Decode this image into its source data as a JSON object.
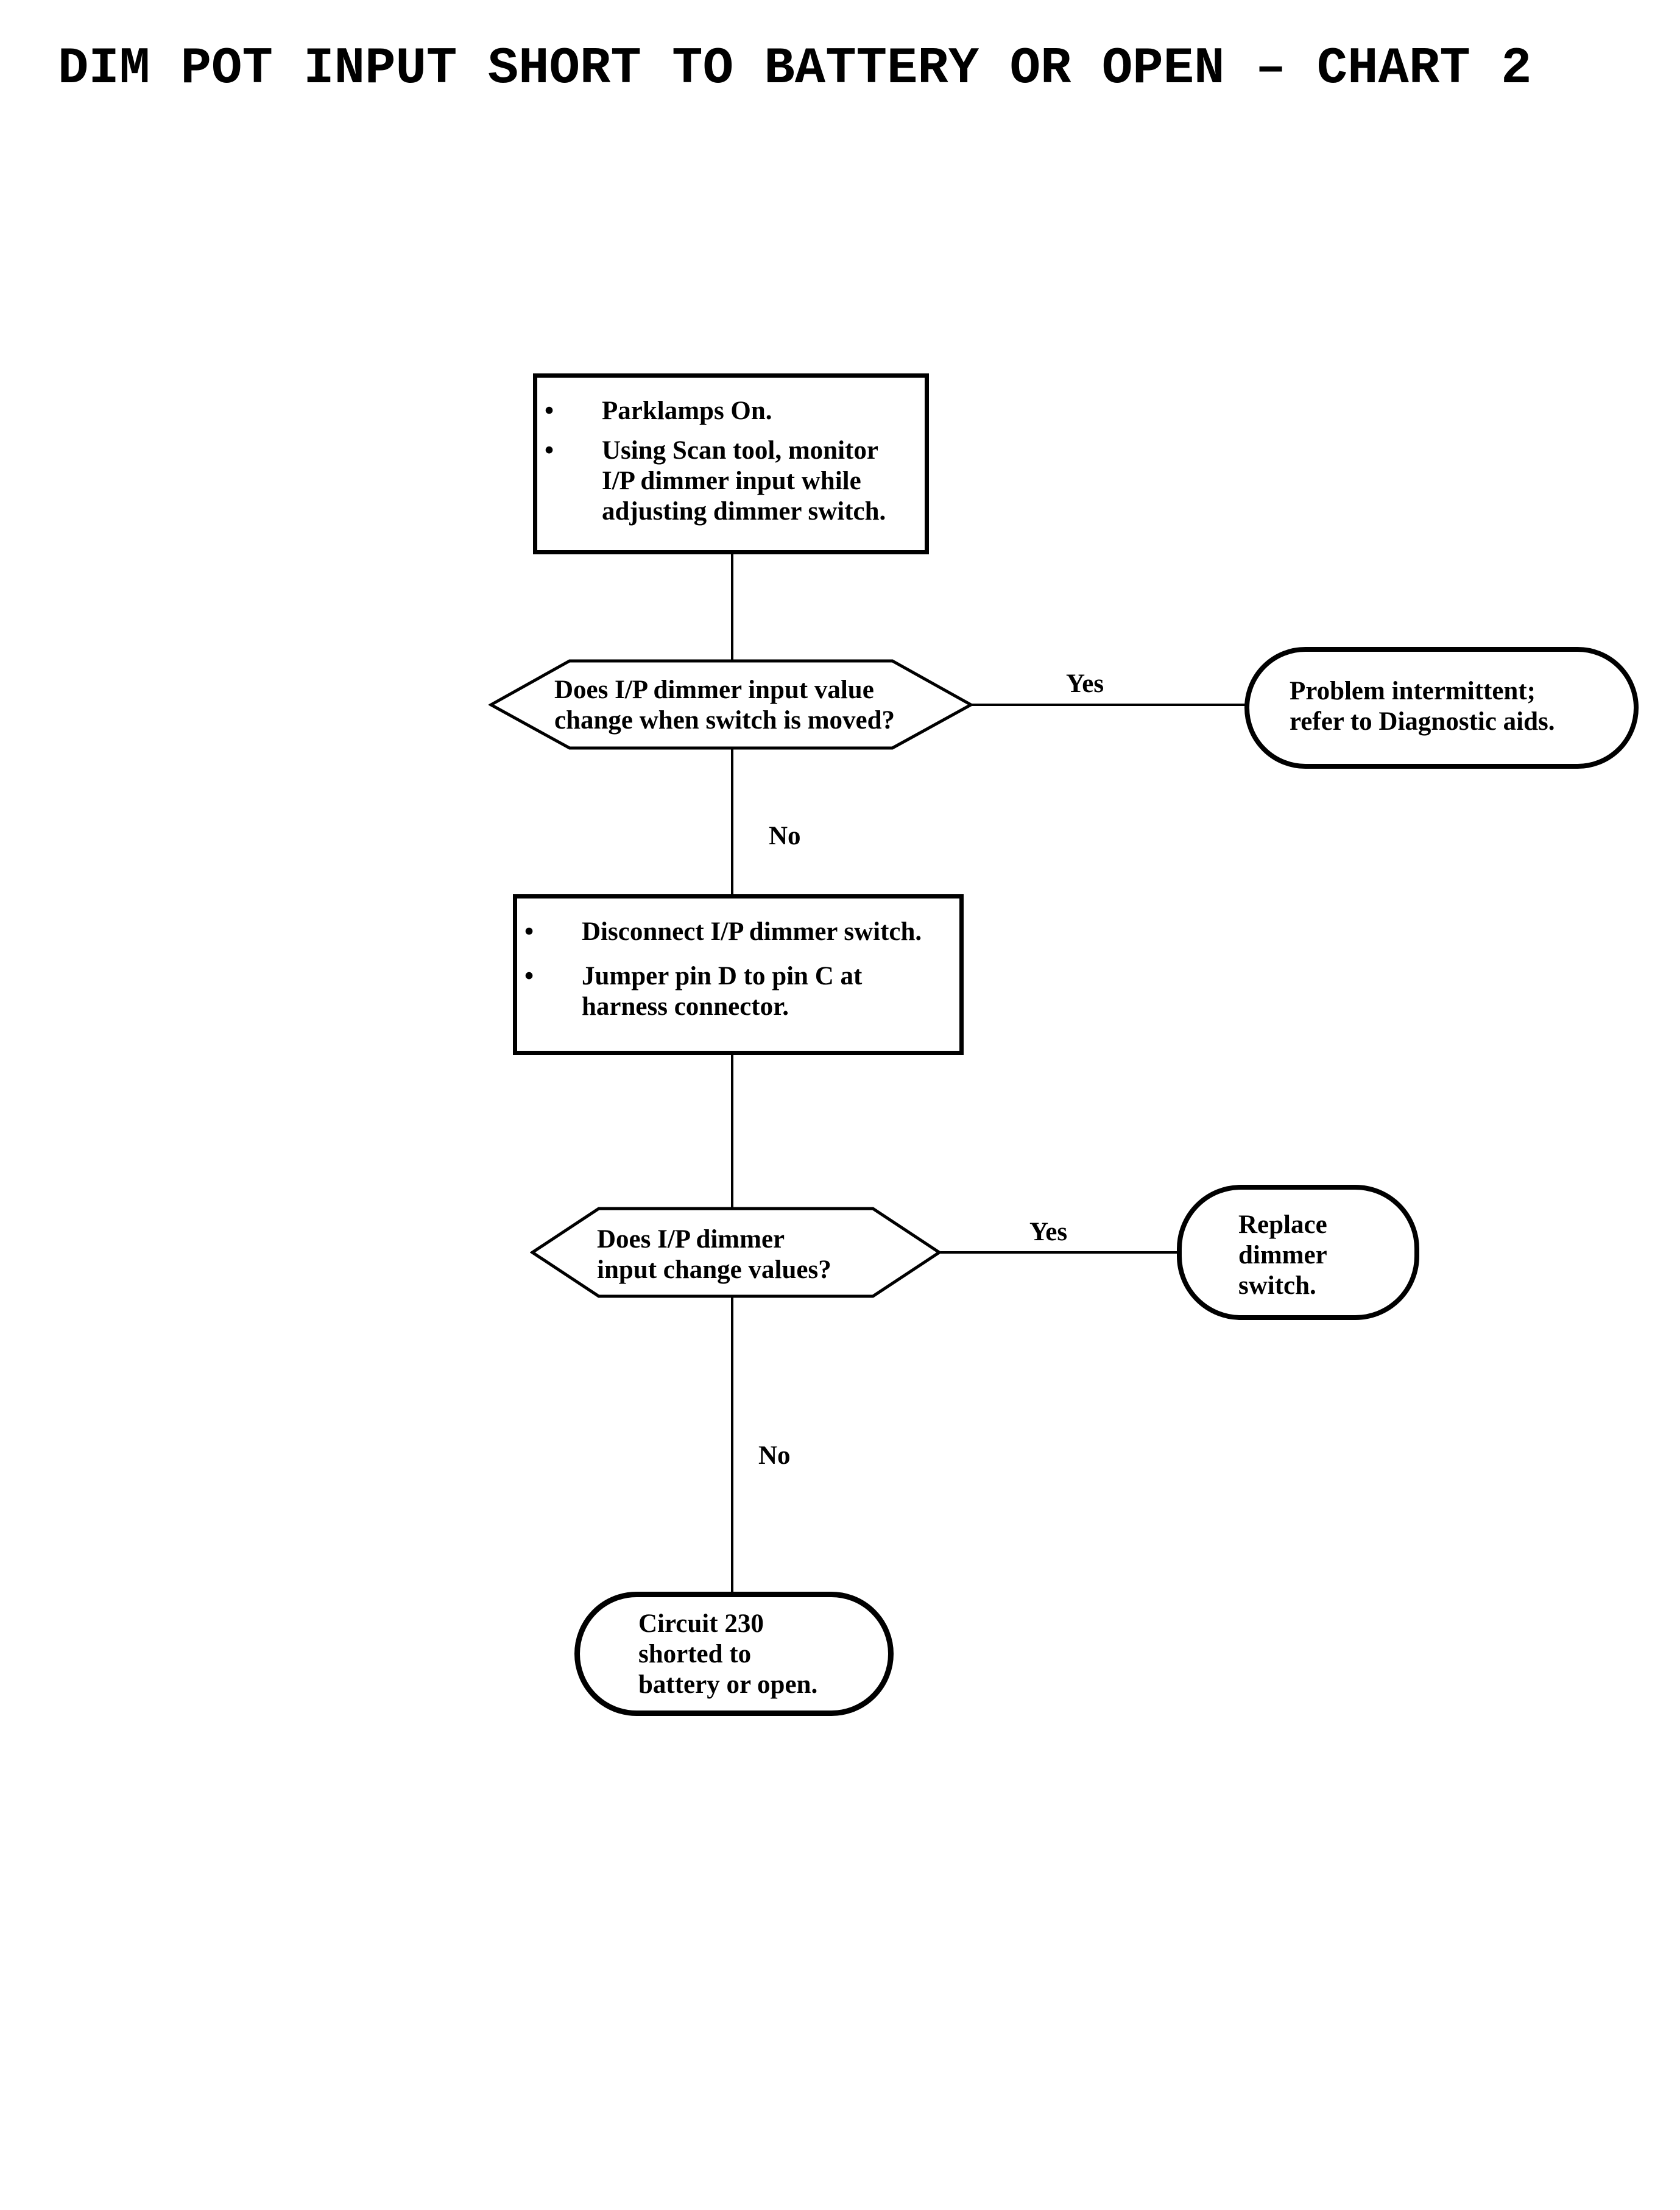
{
  "page": {
    "title": "DIM POT INPUT SHORT TO BATTERY OR OPEN – CHART 2"
  },
  "colors": {
    "ink": "#000000",
    "paper": "#ffffff"
  },
  "icons": {
    "bullet": "•"
  },
  "flow": {
    "step1": {
      "shape": "process",
      "bullets": [
        {
          "lines": [
            "Parklamps On."
          ]
        },
        {
          "lines": [
            "Using Scan tool, monitor",
            "I/P dimmer input while",
            "adjusting dimmer switch."
          ]
        }
      ]
    },
    "q1": {
      "shape": "decision",
      "lines": [
        "Does I/P dimmer input value",
        "change when switch is moved?"
      ],
      "yes_label": "Yes",
      "no_label": "No"
    },
    "r1": {
      "shape": "terminator",
      "lines": [
        "Problem intermittent;",
        "refer to Diagnostic aids."
      ]
    },
    "step2": {
      "shape": "process",
      "bullets": [
        {
          "lines": [
            "Disconnect I/P dimmer switch."
          ]
        },
        {
          "lines": [
            "Jumper pin D to pin C at",
            "harness connector."
          ]
        }
      ]
    },
    "q2": {
      "shape": "decision",
      "lines": [
        "Does I/P dimmer",
        "input change values?"
      ],
      "yes_label": "Yes",
      "no_label": "No"
    },
    "r2": {
      "shape": "terminator",
      "lines": [
        "Replace",
        "dimmer",
        "switch."
      ]
    },
    "r3": {
      "shape": "terminator",
      "lines": [
        "Circuit 230",
        "shorted to",
        "battery or open."
      ]
    }
  }
}
